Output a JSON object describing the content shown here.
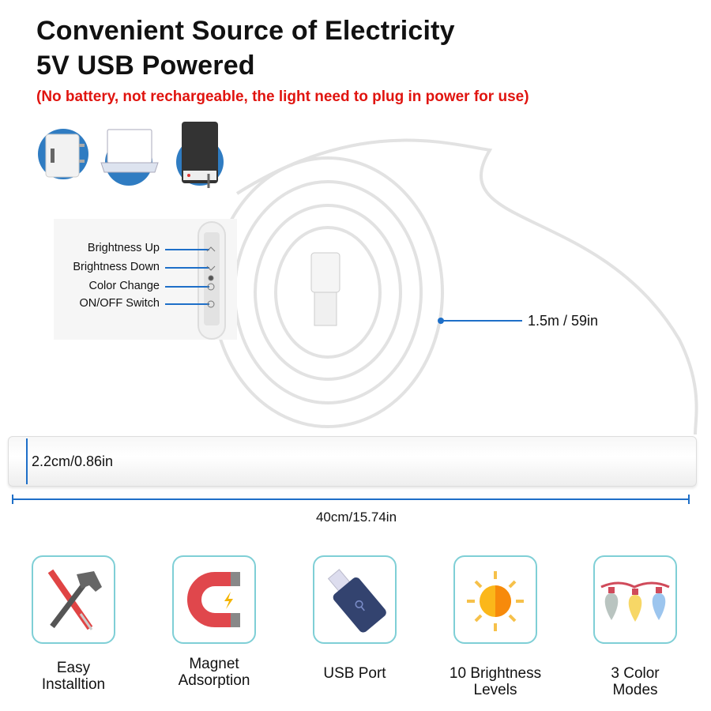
{
  "header": {
    "title_line1": "Convenient Source of Electricity",
    "title_line2": "5V USB Powered",
    "note": "(No battery, not rechargeable, the light need to plug in power for use)"
  },
  "power_sources": [
    "usb-wall-adapter",
    "laptop",
    "power-bank"
  ],
  "remote": {
    "buttons": [
      "Brightness Up",
      "Brightness Down",
      "Color Change",
      "ON/OFF Switch"
    ]
  },
  "dimensions": {
    "cable_length": "1.5m / 59in",
    "diameter": "2.2cm/0.86in",
    "length": "40cm/15.74in"
  },
  "features": [
    {
      "line1": "Easy",
      "line2": "Installtion"
    },
    {
      "line1": "Magnet",
      "line2": "Adsorption"
    },
    {
      "line1": "USB Port",
      "line2": ""
    },
    {
      "line1": "10 Brightness",
      "line2": "Levels"
    },
    {
      "line1": "3 Color",
      "line2": "Modes"
    }
  ],
  "colors": {
    "accent": "#1e6fc8",
    "note": "#e0140f",
    "border": "#7fcfd6"
  }
}
